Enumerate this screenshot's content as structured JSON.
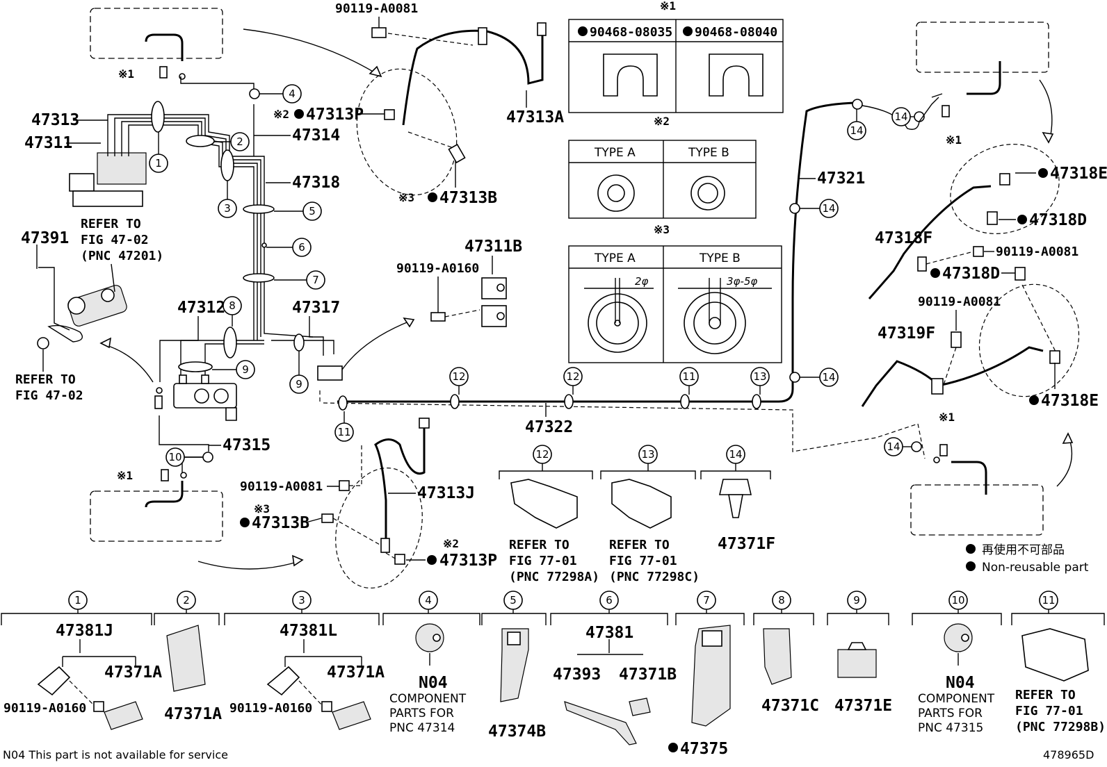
{
  "labels": {
    "p47313": "47313",
    "p47311": "47311",
    "p47314": "47314",
    "p47318": "47318",
    "p47313p_top": "47313P",
    "p47313b_top": "47313B",
    "p47313a": "47313A",
    "p90119_a0081_top": "90119-A0081",
    "p47391": "47391",
    "refer_4702_a": "REFER TO",
    "refer_4702_b": "FIG 47-02",
    "refer_4702_c": "(PNC 47201)",
    "refer_4702_d": "REFER TO",
    "refer_4702_e": "FIG 47-02",
    "p47312": "47312",
    "p47317": "47317",
    "p47311b": "47311B",
    "p90119_a0160": "90119-A0160",
    "p47315": "47315",
    "p47322": "47322",
    "p90119_a0081_mid": "90119-A0081",
    "p47313b_bot": "47313B",
    "p47313j": "47313J",
    "p47313p_bot": "47313P",
    "p47321": "47321",
    "p47318e_top": "47318E",
    "p47318d_a": "47318D",
    "p47318f": "47318F",
    "p90119_a0081_r1": "90119-A0081",
    "p47318d_b": "47318D",
    "p90119_a0081_r2": "90119-A0081",
    "p47319f": "47319F",
    "p47318e_bot": "47318E",
    "clip12_a": "REFER TO",
    "clip12_b": "FIG 77-01",
    "clip12_c": "(PNC 77298A)",
    "clip13_a": "REFER TO",
    "clip13_b": "FIG 77-01",
    "clip13_c": "(PNC 77298C)",
    "p47371f": "47371F",
    "legend_jp": "再使用不可部品",
    "legend_en": "Non-reusable part",
    "footnote": "N04 This part is not available for service",
    "fig_code": "478965D",
    "mark1": "※1",
    "mark2": "※2",
    "mark3": "※3"
  },
  "note_tables": {
    "t1_left": "90468-08035",
    "t1_right": "90468-08040",
    "t2_left": "TYPE A",
    "t2_right": "TYPE B",
    "t3_left": "TYPE A",
    "t3_right": "TYPE B",
    "t3_dim_left": "2φ",
    "t3_dim_right": "3φ-5φ"
  },
  "callouts": [
    "1",
    "2",
    "3",
    "4",
    "5",
    "6",
    "7",
    "8",
    "9",
    "10",
    "11",
    "12",
    "13",
    "14"
  ],
  "bottom_row": {
    "c1_title": "47381J",
    "c1_a": "47371A",
    "c1_b": "90119-A0160",
    "c2_part": "47371A",
    "c3_title": "47381L",
    "c3_a": "47371A",
    "c3_b": "90119-A0160",
    "c4_n": "N04",
    "c4_l1": "COMPONENT",
    "c4_l2": "PARTS FOR",
    "c4_l3": "PNC 47314",
    "c5_part": "47374B",
    "c6_title": "47381",
    "c6_a": "47393",
    "c6_b": "47371B",
    "c7_part": "47375",
    "c8_part": "47371C",
    "c9_part": "47371E",
    "c10_n": "N04",
    "c10_l1": "COMPONENT",
    "c10_l2": "PARTS FOR",
    "c10_l3": "PNC 47315",
    "c11_a": "REFER TO",
    "c11_b": "FIG 77-01",
    "c11_c": "(PNC 77298B)"
  }
}
